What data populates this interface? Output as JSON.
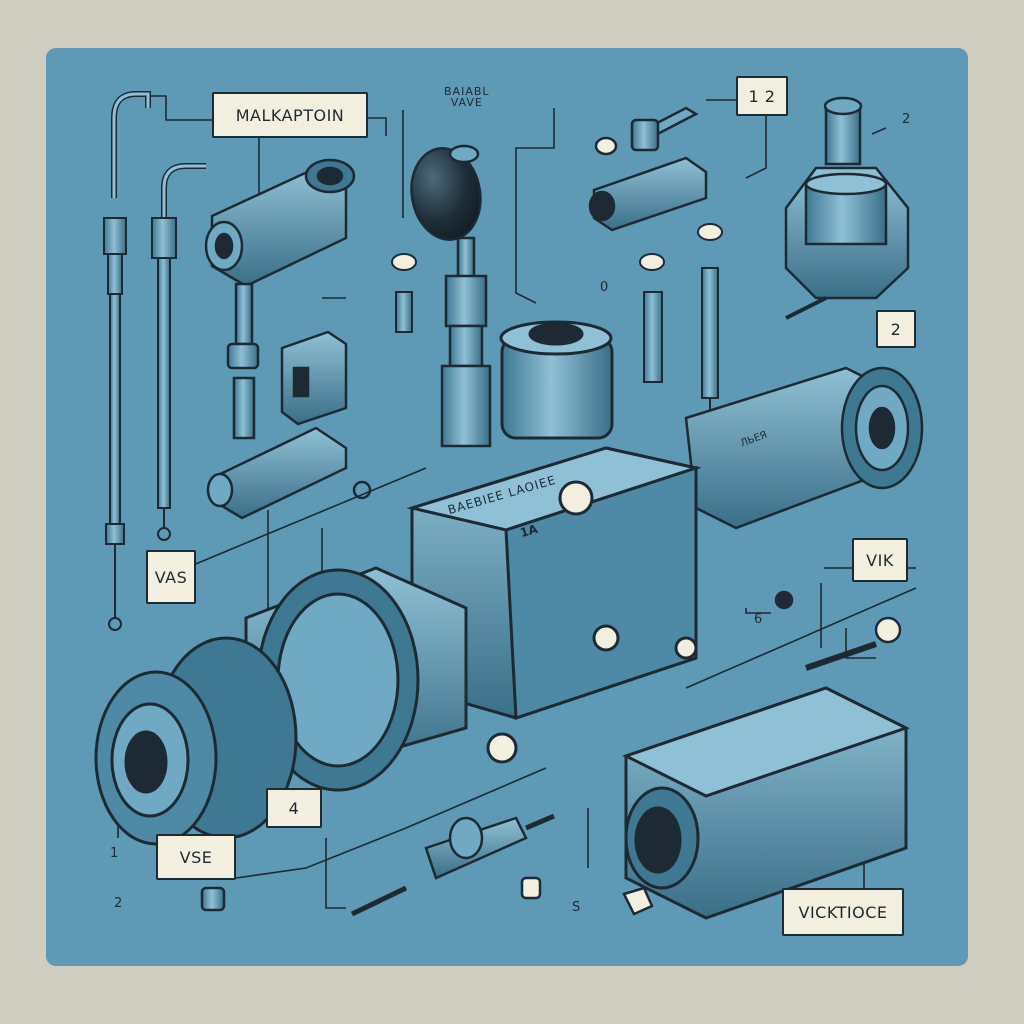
{
  "labels": {
    "malkaption": "MALKAPTOIN",
    "top_12": "1 2",
    "box_2": "2",
    "vas": "VAS",
    "vik": "VIK",
    "box_4": "4",
    "vse": "VSE",
    "vicktioce": "VICKTIOCE",
    "block_name": "BAEBIEE LAOIEE",
    "block_mark": "1A",
    "badge": "ЛЬЕЯ"
  },
  "top_title": [
    "BAIABL",
    "VAVE"
  ],
  "numbers": {
    "n_2_top_right": "2",
    "n_0": "0",
    "n_6": "6",
    "n_1_left": "1",
    "n_2_left": "2",
    "n_s": "S"
  },
  "colors": {
    "background": "#cfcdbf",
    "panel": "#5e9ab6",
    "ink": "#1d2a33",
    "part_light": "#6fa9c3",
    "part_dark": "#3f7893",
    "label_bg": "#f3efdf"
  }
}
